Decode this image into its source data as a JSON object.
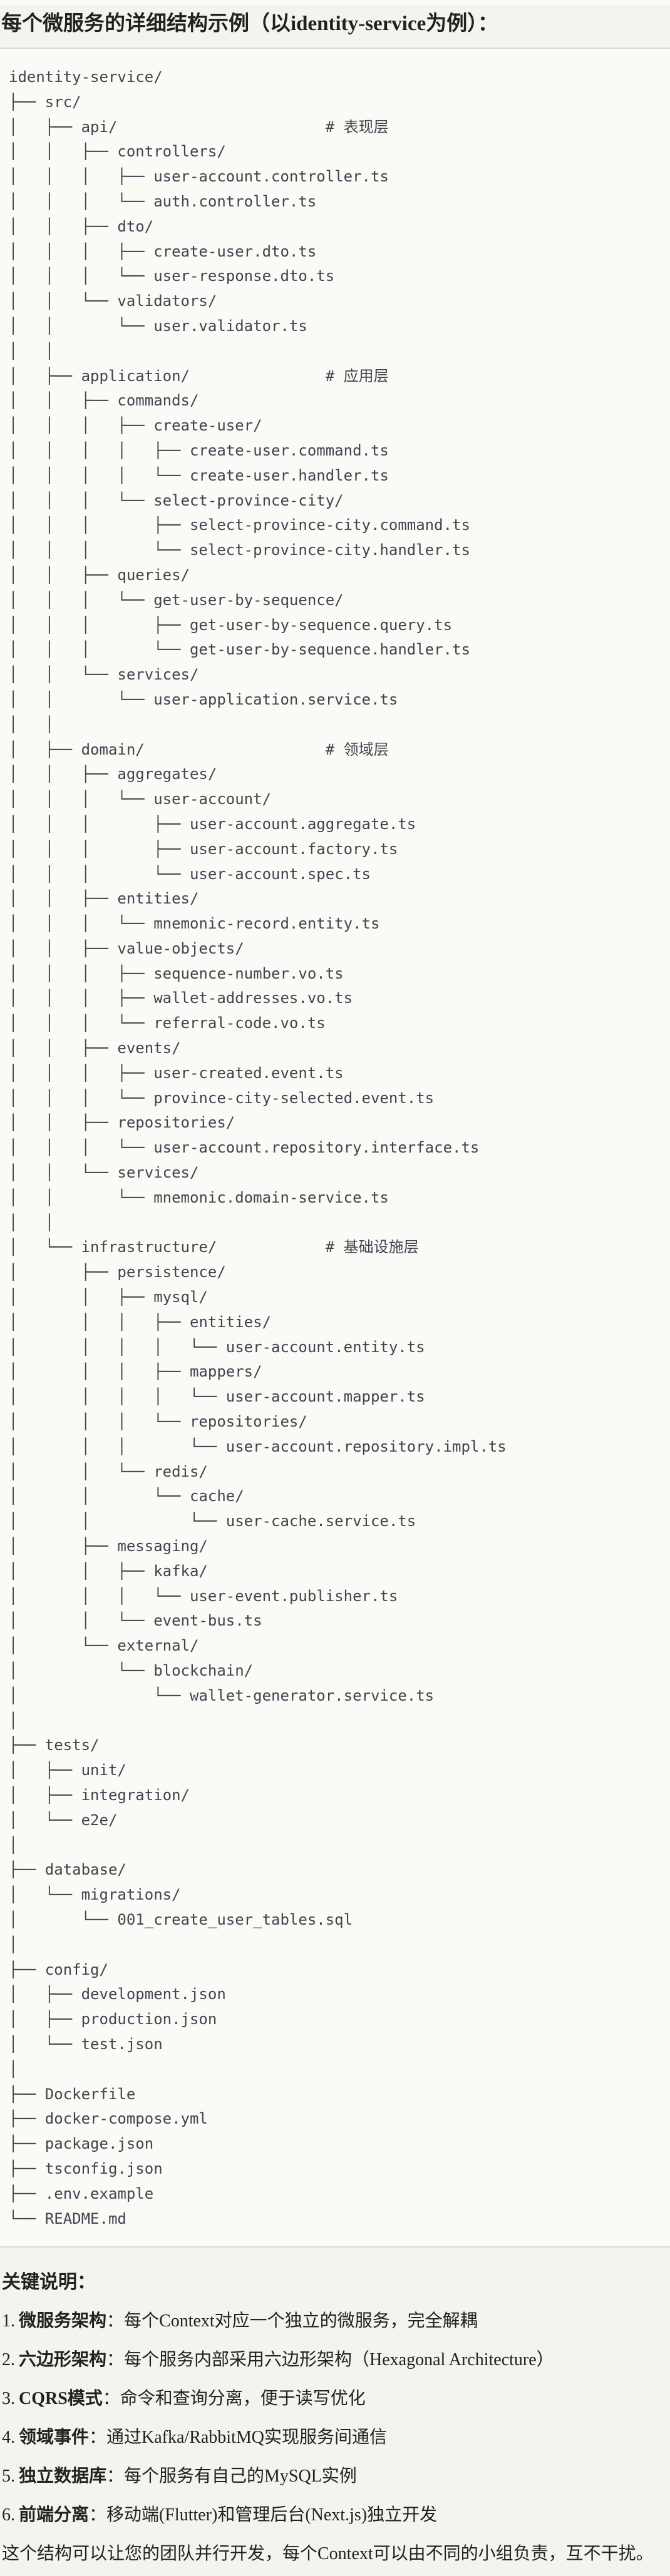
{
  "page": {
    "title": "每个微服务的详细结构示例（以identity-service为例）：",
    "colors": {
      "outer_bg": "#f5f3ee",
      "code_bg": "#fbfaf7",
      "divider": "#dcdad4",
      "text": "#22211e",
      "tree_text": "#3f454d"
    }
  },
  "tree": {
    "root": "identity-service/",
    "layer_comments": [
      "# 表现层",
      "# 应用层",
      "# 领域层",
      "# 基础设施层"
    ],
    "lines": [
      "identity-service/",
      "├── src/",
      "│   ├── api/                       # 表现层",
      "│   │   ├── controllers/",
      "│   │   │   ├── user-account.controller.ts",
      "│   │   │   └── auth.controller.ts",
      "│   │   ├── dto/",
      "│   │   │   ├── create-user.dto.ts",
      "│   │   │   └── user-response.dto.ts",
      "│   │   └── validators/",
      "│   │       └── user.validator.ts",
      "│   │",
      "│   ├── application/               # 应用层",
      "│   │   ├── commands/",
      "│   │   │   ├── create-user/",
      "│   │   │   │   ├── create-user.command.ts",
      "│   │   │   │   └── create-user.handler.ts",
      "│   │   │   └── select-province-city/",
      "│   │   │       ├── select-province-city.command.ts",
      "│   │   │       └── select-province-city.handler.ts",
      "│   │   ├── queries/",
      "│   │   │   └── get-user-by-sequence/",
      "│   │   │       ├── get-user-by-sequence.query.ts",
      "│   │   │       └── get-user-by-sequence.handler.ts",
      "│   │   └── services/",
      "│   │       └── user-application.service.ts",
      "│   │",
      "│   ├── domain/                    # 领域层",
      "│   │   ├── aggregates/",
      "│   │   │   └── user-account/",
      "│   │   │       ├── user-account.aggregate.ts",
      "│   │   │       ├── user-account.factory.ts",
      "│   │   │       └── user-account.spec.ts",
      "│   │   ├── entities/",
      "│   │   │   └── mnemonic-record.entity.ts",
      "│   │   ├── value-objects/",
      "│   │   │   ├── sequence-number.vo.ts",
      "│   │   │   ├── wallet-addresses.vo.ts",
      "│   │   │   └── referral-code.vo.ts",
      "│   │   ├── events/",
      "│   │   │   ├── user-created.event.ts",
      "│   │   │   └── province-city-selected.event.ts",
      "│   │   ├── repositories/",
      "│   │   │   └── user-account.repository.interface.ts",
      "│   │   └── services/",
      "│   │       └── mnemonic.domain-service.ts",
      "│   │",
      "│   └── infrastructure/            # 基础设施层",
      "│       ├── persistence/",
      "│       │   ├── mysql/",
      "│       │   │   ├── entities/",
      "│       │   │   │   └── user-account.entity.ts",
      "│       │   │   ├── mappers/",
      "│       │   │   │   └── user-account.mapper.ts",
      "│       │   │   └── repositories/",
      "│       │   │       └── user-account.repository.impl.ts",
      "│       │   └── redis/",
      "│       │       └── cache/",
      "│       │           └── user-cache.service.ts",
      "│       ├── messaging/",
      "│       │   ├── kafka/",
      "│       │   │   └── user-event.publisher.ts",
      "│       │   └── event-bus.ts",
      "│       └── external/",
      "│           └── blockchain/",
      "│               └── wallet-generator.service.ts",
      "│",
      "├── tests/",
      "│   ├── unit/",
      "│   ├── integration/",
      "│   └── e2e/",
      "│",
      "├── database/",
      "│   └── migrations/",
      "│       └── 001_create_user_tables.sql",
      "│",
      "├── config/",
      "│   ├── development.json",
      "│   ├── production.json",
      "│   └── test.json",
      "│",
      "├── Dockerfile",
      "├── docker-compose.yml",
      "├── package.json",
      "├── tsconfig.json",
      "├── .env.example",
      "└── README.md"
    ]
  },
  "notes": {
    "heading": "关键说明：",
    "items": [
      {
        "num": "1.",
        "term": "微服务架构",
        "desc": "：每个Context对应一个独立的微服务，完全解耦"
      },
      {
        "num": "2.",
        "term": "六边形架构",
        "desc": "：每个服务内部采用六边形架构（Hexagonal Architecture）"
      },
      {
        "num": "3.",
        "term": "CQRS模式",
        "desc": "：命令和查询分离，便于读写优化"
      },
      {
        "num": "4.",
        "term": "领域事件",
        "desc": "：通过Kafka/RabbitMQ实现服务间通信"
      },
      {
        "num": "5.",
        "term": "独立数据库",
        "desc": "：每个服务有自己的MySQL实例"
      },
      {
        "num": "6.",
        "term": "前端分离",
        "desc": "：移动端(Flutter)和管理后台(Next.js)独立开发"
      }
    ],
    "footer": "这个结构可以让您的团队并行开发，每个Context可以由不同的小组负责，互不干扰。"
  }
}
